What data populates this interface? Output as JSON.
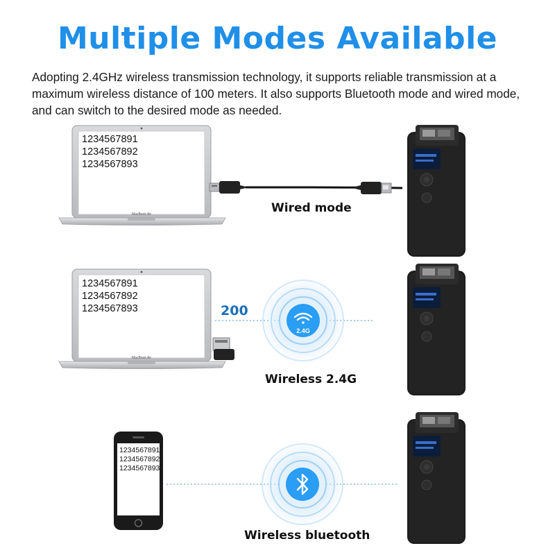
{
  "title": "Multiple Modes Available",
  "description": "Adopting 2.4GHz wireless transmission technology, it supports reliable transmission at a maximum wireless distance of 100 meters. It also supports Bluetooth mode and wired mode, and can switch to the desired mode as needed.",
  "modes": [
    {
      "label": "Wired mode",
      "screen_lines": [
        "1234567891",
        "1234567892",
        "1234567893"
      ],
      "laptop_brand": "MacBook Air"
    },
    {
      "label": "Wireless 2.4G",
      "screen_lines": [
        "1234567891",
        "1234567892",
        "1234567893"
      ],
      "laptop_brand": "MacBook Air",
      "distance_label": "200",
      "badge": "2.4G",
      "icon": "wifi-icon"
    },
    {
      "label": "Wireless bluetooth",
      "screen_lines": [
        "1234567891",
        "1234567892",
        "1234567893"
      ],
      "icon": "bluetooth-icon"
    }
  ],
  "colors": {
    "title": "#1f8fe8",
    "distance": "#1b6fb8",
    "signal": "#2a9df4"
  }
}
